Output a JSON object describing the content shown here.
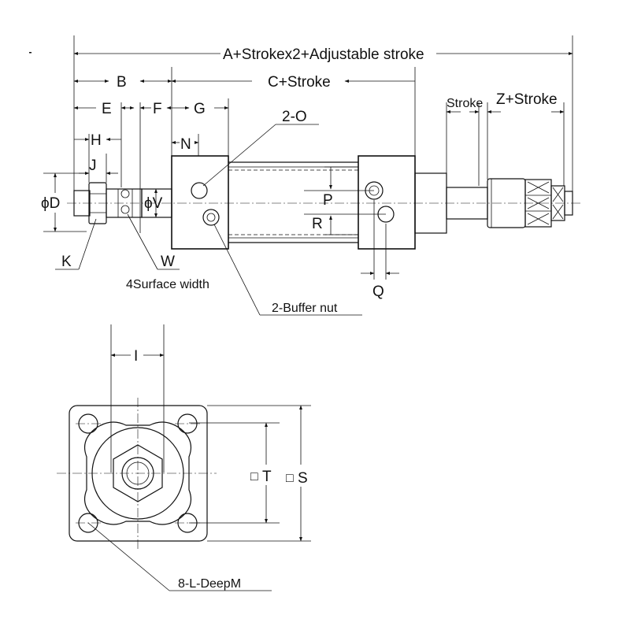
{
  "labels": {
    "overall_length": "A+Strokex2+Adjustable stroke",
    "b": "B",
    "c_stroke": "C+Stroke",
    "e": "E",
    "f": "F",
    "g": "G",
    "stroke": "Stroke",
    "z_stroke": "Z+Stroke",
    "h": "H",
    "n": "N",
    "two_o": "2-O",
    "j": "J",
    "phi_d": "ϕD",
    "phi_v": "ϕV",
    "p": "P",
    "r": "R",
    "k": "K",
    "w": "W",
    "surface_width": "4Surface width",
    "q": "Q",
    "buffer_nut": "2-Buffer nut",
    "i": "I",
    "t": "T",
    "s": "S",
    "square_symbol": "□",
    "eight_l_deep": "8-L-DeepM"
  }
}
